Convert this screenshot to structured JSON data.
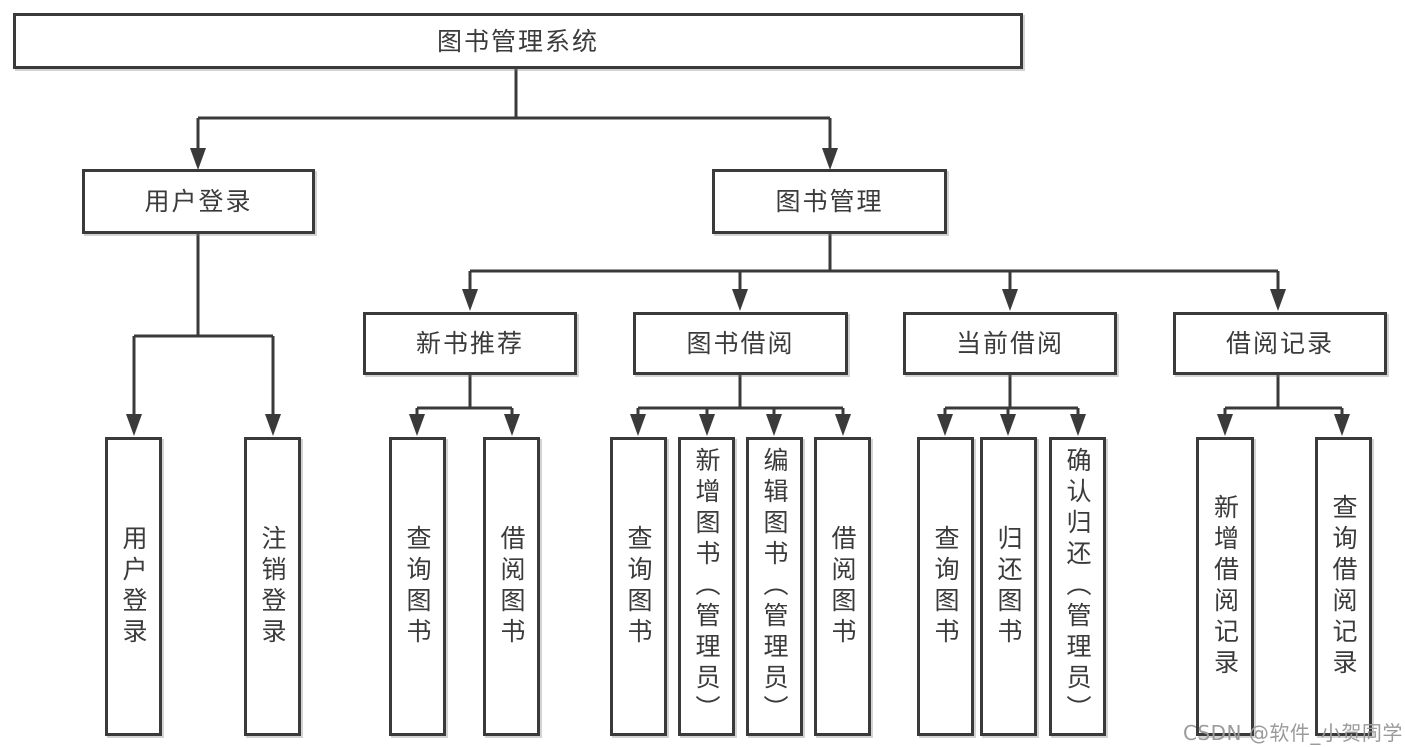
{
  "diagram_type": "hierarchy-tree",
  "tree": {
    "label": "图书管理系统",
    "children": [
      {
        "label": "用户登录",
        "children": [
          {
            "label": "用户登录"
          },
          {
            "label": "注销登录"
          }
        ]
      },
      {
        "label": "图书管理",
        "children": [
          {
            "label": "新书推荐",
            "children": [
              {
                "label": "查询图书"
              },
              {
                "label": "借阅图书"
              }
            ]
          },
          {
            "label": "图书借阅",
            "children": [
              {
                "label": "查询图书"
              },
              {
                "label": "新增图书（管理员）"
              },
              {
                "label": "编辑图书（管理员）"
              },
              {
                "label": "借阅图书"
              }
            ]
          },
          {
            "label": "当前借阅",
            "children": [
              {
                "label": "查询图书"
              },
              {
                "label": "归还图书"
              },
              {
                "label": "确认归还（管理员）"
              }
            ]
          },
          {
            "label": "借阅记录",
            "children": [
              {
                "label": "新增借阅记录"
              },
              {
                "label": "查询借阅记录"
              }
            ]
          }
        ]
      }
    ]
  },
  "watermark": {
    "text": "CSDN @软件_小贺同学"
  },
  "colors": {
    "line": "#3a3a3a",
    "text": "#3b3b3b",
    "watermark": "#9b9b9b",
    "background": "#ffffff"
  }
}
